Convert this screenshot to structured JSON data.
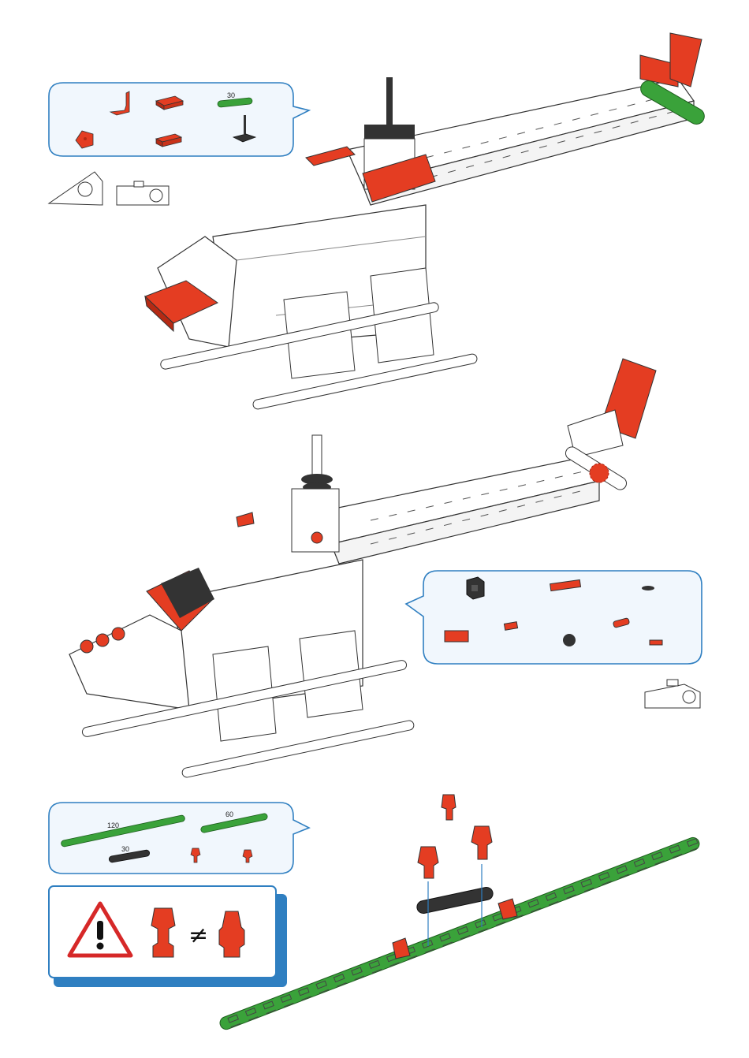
{
  "step1": {
    "parts": {
      "strut_length": "30"
    }
  },
  "step3": {
    "parts": {
      "strut_long_length": "120",
      "strut_mid_length": "60",
      "strut_short_length": "30"
    },
    "warning": {
      "not_equal_symbol": "≠"
    }
  },
  "colors": {
    "bubble_border": "#2f7fc1",
    "bubble_fill": "#f1f7fd",
    "part_red": "#e43d22",
    "part_green": "#3aa23a",
    "part_black": "#333333",
    "warning_border": "#2f7fc1",
    "warning_red": "#d62828"
  },
  "icons": [
    "caution-triangle-icon",
    "not-equal-icon",
    "baseplate-icon"
  ]
}
